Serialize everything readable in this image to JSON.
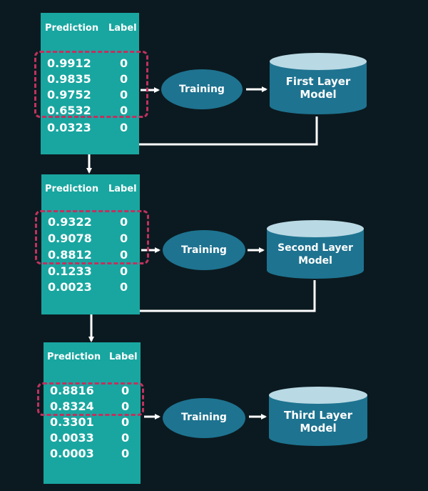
{
  "colors": {
    "background": "#0b1a20",
    "table_fill": "#19a6a0",
    "node_fill": "#1e7390",
    "cylinder_top": "#b9d9e4",
    "highlight_dash": "#c0325f",
    "arrow": "#ffffff"
  },
  "stages": [
    {
      "header": {
        "prediction": "Prediction",
        "label": "Label"
      },
      "rows": [
        {
          "prediction": "0.9912",
          "label": "0"
        },
        {
          "prediction": "0.9835",
          "label": "0"
        },
        {
          "prediction": "0.9752",
          "label": "0"
        },
        {
          "prediction": "0.6532",
          "label": "0"
        },
        {
          "prediction": "0.0323",
          "label": "0"
        }
      ],
      "highlighted_rows": 4,
      "training": "Training",
      "model": {
        "line1": "First Layer",
        "line2": "Model"
      }
    },
    {
      "header": {
        "prediction": "Prediction",
        "label": "Label"
      },
      "rows": [
        {
          "prediction": "0.9322",
          "label": "0"
        },
        {
          "prediction": "0.9078",
          "label": "0"
        },
        {
          "prediction": "0.8812",
          "label": "0"
        },
        {
          "prediction": "0.1233",
          "label": "0"
        },
        {
          "prediction": "0.0023",
          "label": "0"
        }
      ],
      "highlighted_rows": 3,
      "training": "Training",
      "model": {
        "line1": "Second Layer",
        "line2": "Model"
      }
    },
    {
      "header": {
        "prediction": "Prediction",
        "label": "Label"
      },
      "rows": [
        {
          "prediction": "0.8816",
          "label": "0"
        },
        {
          "prediction": "0.8324",
          "label": "0"
        },
        {
          "prediction": "0.3301",
          "label": "0"
        },
        {
          "prediction": "0.0033",
          "label": "0"
        },
        {
          "prediction": "0.0003",
          "label": "0"
        }
      ],
      "highlighted_rows": 2,
      "training": "Training",
      "model": {
        "line1": "Third Layer",
        "line2": "Model"
      }
    }
  ]
}
